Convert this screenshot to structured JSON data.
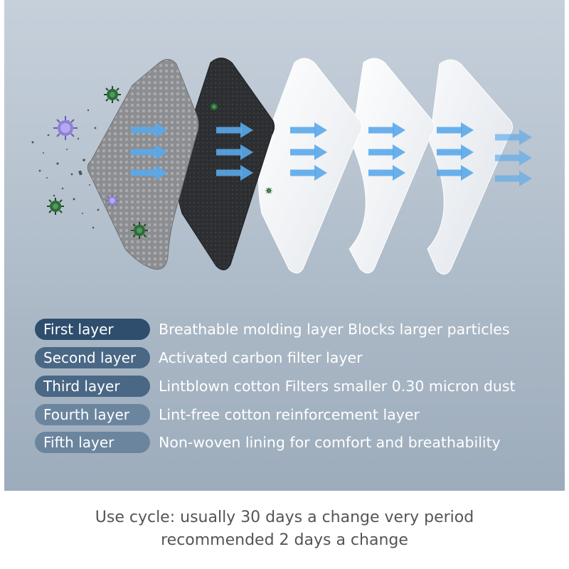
{
  "layers": [
    {
      "name": "First layer",
      "description": "Breathable molding layer Blocks larger particles",
      "style": "dark"
    },
    {
      "name": "Second layer",
      "description": "Activated carbon filter layer",
      "style": "mid"
    },
    {
      "name": "Third layer",
      "description": "Lintblown cotton Filters smaller 0.30 micron dust",
      "style": "mid"
    },
    {
      "name": "Fourth layer",
      "description": "Lint-free cotton reinforcement layer",
      "style": "light"
    },
    {
      "name": "Fifth layer",
      "description": "Non-woven lining for comfort and breathability",
      "style": "light"
    }
  ],
  "footer": {
    "line1": "Use cycle: usually 30 days a change very  period",
    "line2": "recommended 2 days a change"
  },
  "colors": {
    "panel_top": "#c6d0db",
    "panel_bottom": "#9dacbc",
    "pill_dark": "#2f4e6e",
    "pill_mid": "#4a6785",
    "pill_light": "#6b859f",
    "arrow": "#5aa8ea",
    "virus_purple": "#8f7fd8",
    "virus_green": "#2e6a3a"
  },
  "icons": [
    "virus-icon",
    "bacteria-icon",
    "airflow-arrow-icon"
  ]
}
